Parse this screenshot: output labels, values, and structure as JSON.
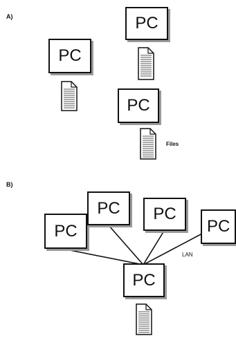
{
  "diagram_a": {
    "label": "A)",
    "computers": [
      "PC",
      "PC",
      "PC"
    ],
    "files_label": "Files"
  },
  "diagram_b": {
    "label": "B)",
    "clients": [
      "PC",
      "PC",
      "PC",
      "PC"
    ],
    "server": "PC",
    "network_label": "LAN"
  }
}
